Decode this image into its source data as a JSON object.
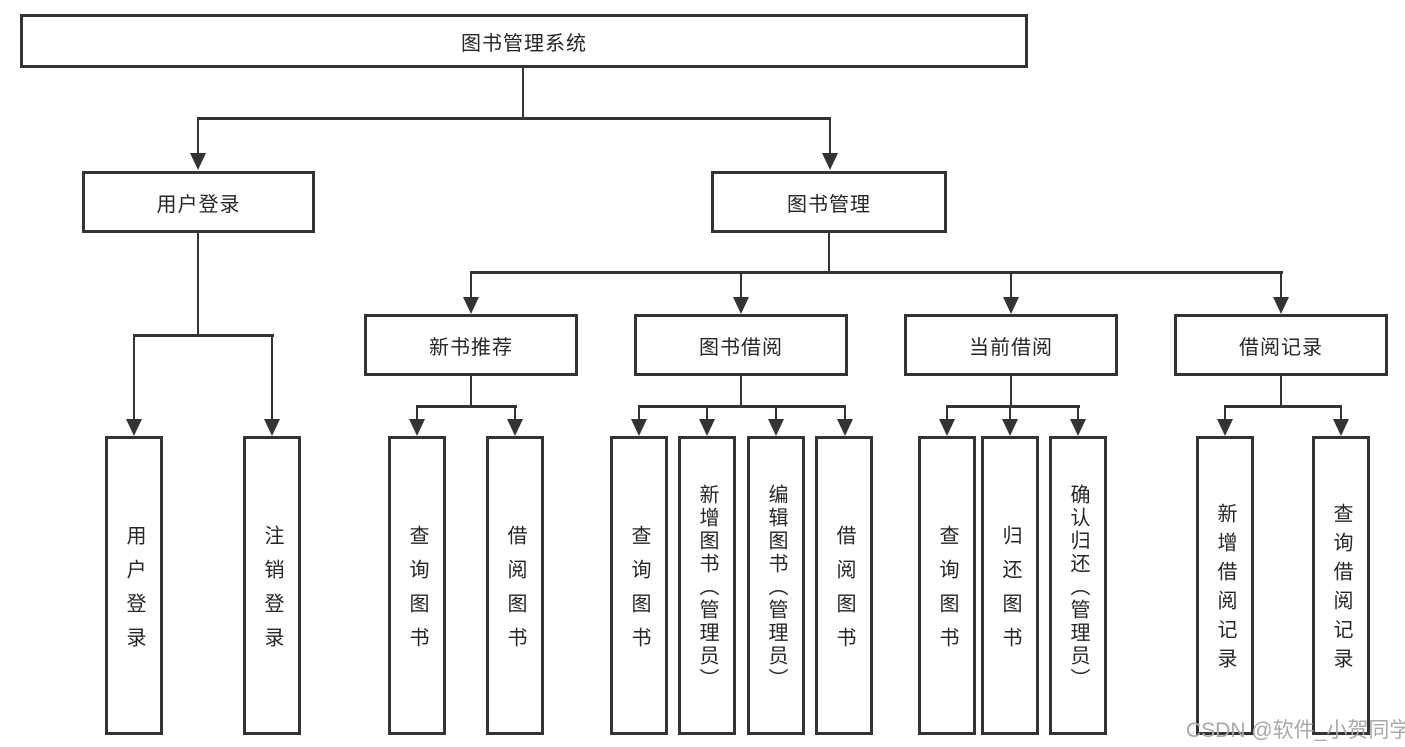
{
  "tree": {
    "root": {
      "label": "图书管理系统"
    },
    "branches": {
      "user_login": {
        "label": "用户登录",
        "children": [
          {
            "label": "用户登录"
          },
          {
            "label": "注销登录"
          }
        ]
      },
      "book_mgmt": {
        "label": "图书管理",
        "modules": [
          {
            "label": "新书推荐",
            "children": [
              {
                "label": "查询图书"
              },
              {
                "label": "借阅图书"
              }
            ]
          },
          {
            "label": "图书借阅",
            "children": [
              {
                "label": "查询图书"
              },
              {
                "label": "新增图书（管理员）"
              },
              {
                "label": "编辑图书（管理员）"
              },
              {
                "label": "借阅图书"
              }
            ]
          },
          {
            "label": "当前借阅",
            "children": [
              {
                "label": "查询图书"
              },
              {
                "label": "归还图书"
              },
              {
                "label": "确认归还（管理员）"
              }
            ]
          },
          {
            "label": "借阅记录",
            "children": [
              {
                "label": "新增借阅记录"
              },
              {
                "label": "查询借阅记录"
              }
            ]
          }
        ]
      }
    }
  },
  "watermark": {
    "text": "CSDN @软件_小贺同学"
  },
  "colors": {
    "line": "#333333",
    "text": "#262626",
    "watermark": "#a9a9a9",
    "background": "#ffffff"
  }
}
